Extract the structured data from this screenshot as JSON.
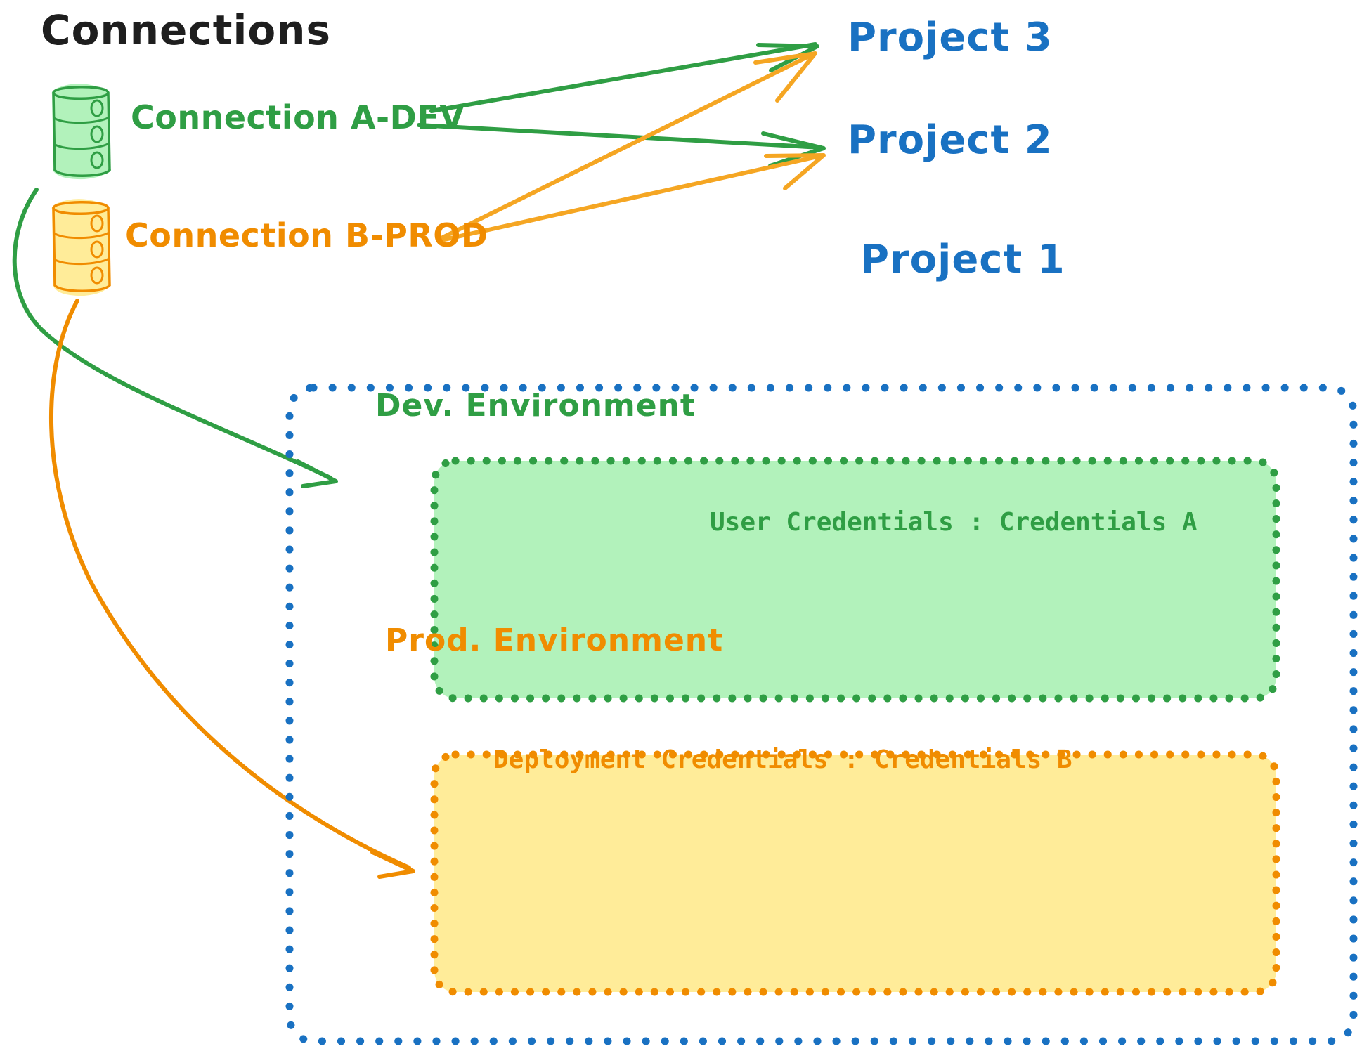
{
  "diagram": {
    "title": "Connections",
    "style": "hand-drawn whiteboard sketch",
    "background_color": "#ffffff"
  },
  "colors": {
    "green_stroke": "#2f9e44",
    "green_fill": "#b2f2bb",
    "orange_stroke": "#f08c00",
    "orange_fill": "#ffec99",
    "blue_stroke": "#1971c2",
    "title_color": "#1e1e1e"
  },
  "connections": [
    {
      "id": "conn-a-dev",
      "label": "Connection A-DEV",
      "icon": "database-icon",
      "color": "#2f9e44",
      "fill": "#b2f2bb"
    },
    {
      "id": "conn-b-prod",
      "label": "Connection B-PROD",
      "icon": "database-icon",
      "color": "#f08c00",
      "fill": "#ffec99"
    }
  ],
  "projects": [
    {
      "id": "project-3",
      "label": "Project 3"
    },
    {
      "id": "project-2",
      "label": "Project 2"
    },
    {
      "id": "project-1",
      "label": "Project 1"
    }
  ],
  "project_1": {
    "label": "Project 1",
    "border": "dotted",
    "border_color": "#1971c2",
    "environments": [
      {
        "id": "dev-environment",
        "title": "Dev. Environment",
        "credentials_label": "User Credentials : Credentials A",
        "credentials_key": "User Credentials",
        "credentials_value": "Credentials A",
        "stroke": "#2f9e44",
        "fill": "#b2f2bb"
      },
      {
        "id": "prod-environment",
        "title": "Prod. Environment",
        "credentials_label": "Deployment Credentials : Credentials B",
        "credentials_key": "Deployment Credentials",
        "credentials_value": "Credentials B",
        "stroke": "#f08c00",
        "fill": "#ffec99"
      }
    ]
  },
  "edges": [
    {
      "id": "a-dev-to-project-3",
      "from": "Connection A-DEV",
      "to": "Project 3",
      "color": "#2f9e44"
    },
    {
      "id": "a-dev-to-project-2",
      "from": "Connection A-DEV",
      "to": "Project 2",
      "color": "#2f9e44"
    },
    {
      "id": "a-dev-to-dev-environment",
      "from": "Connection A-DEV",
      "to": "Dev. Environment",
      "color": "#2f9e44"
    },
    {
      "id": "b-prod-to-project-3",
      "from": "Connection B-PROD",
      "to": "Project 3",
      "color": "#f5a623"
    },
    {
      "id": "b-prod-to-project-2",
      "from": "Connection B-PROD",
      "to": "Project 2",
      "color": "#f5a623"
    },
    {
      "id": "b-prod-to-prod-environment",
      "from": "Connection B-PROD",
      "to": "Prod. Environment",
      "color": "#f08c00"
    }
  ]
}
